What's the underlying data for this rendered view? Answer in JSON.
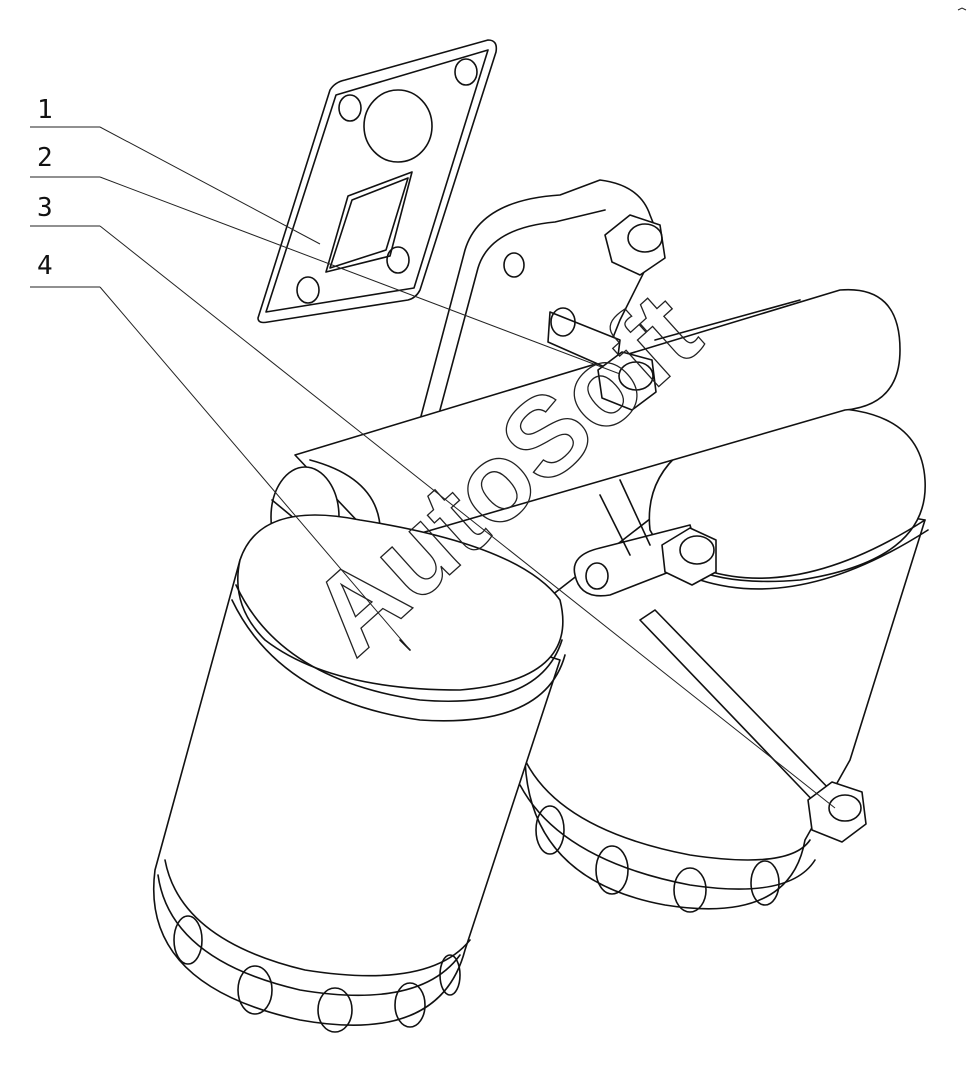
{
  "callouts": [
    {
      "label": "1",
      "part": "gasket"
    },
    {
      "label": "2",
      "part": "bolt"
    },
    {
      "label": "3",
      "part": "long bolt"
    },
    {
      "label": "4",
      "part": "filter cartridge"
    }
  ],
  "watermark": "AutoSoft",
  "colors": {
    "line": "#111111",
    "background": "#ffffff"
  }
}
